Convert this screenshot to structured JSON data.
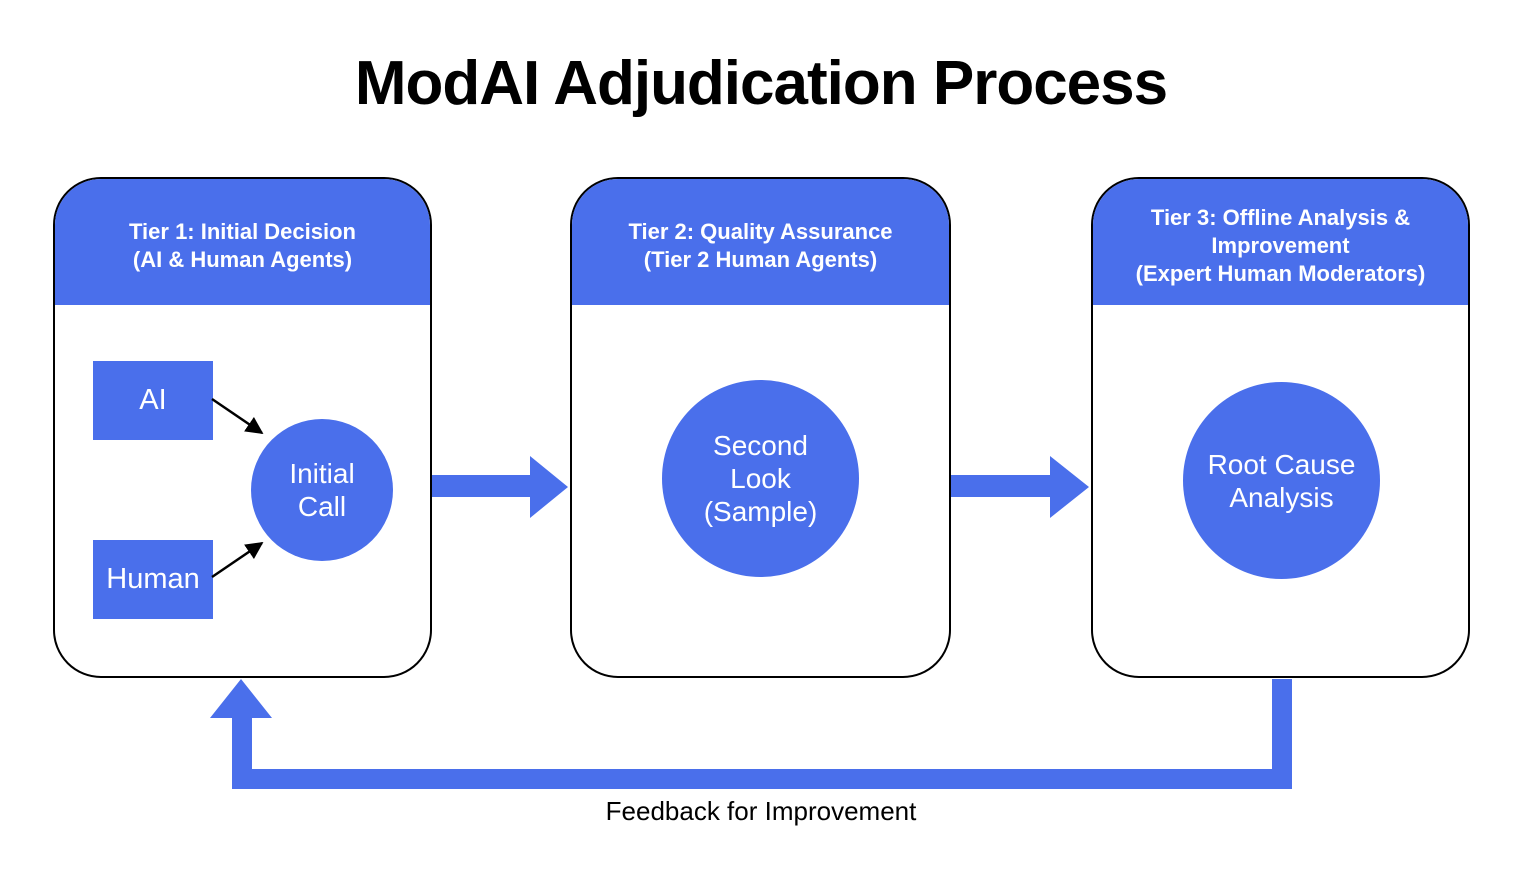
{
  "title": "ModAI Adjudication Process",
  "colors": {
    "accent": "#4A6FEB",
    "outline": "#000000",
    "text_on_accent": "#FFFFFF",
    "text": "#000000"
  },
  "tiers": [
    {
      "header": "Tier 1: Initial Decision\n(AI & Human Agents)",
      "nodes": {
        "ai": "AI",
        "human": "Human",
        "initial_call": "Initial\nCall"
      }
    },
    {
      "header": "Tier 2: Quality Assurance\n(Tier 2 Human Agents)",
      "node": "Second\nLook\n(Sample)"
    },
    {
      "header": "Tier 3: Offline Analysis &\nImprovement\n(Expert Human Moderators)",
      "node": "Root Cause\nAnalysis"
    }
  ],
  "feedback": {
    "label": "Feedback for Improvement"
  },
  "flow": [
    {
      "from": "Tier 1",
      "to": "Tier 2"
    },
    {
      "from": "Tier 2",
      "to": "Tier 3"
    },
    {
      "from": "Tier 3",
      "to": "Tier 1",
      "label": "Feedback for Improvement"
    },
    {
      "from": "AI",
      "to": "Initial Call"
    },
    {
      "from": "Human",
      "to": "Initial Call"
    }
  ]
}
